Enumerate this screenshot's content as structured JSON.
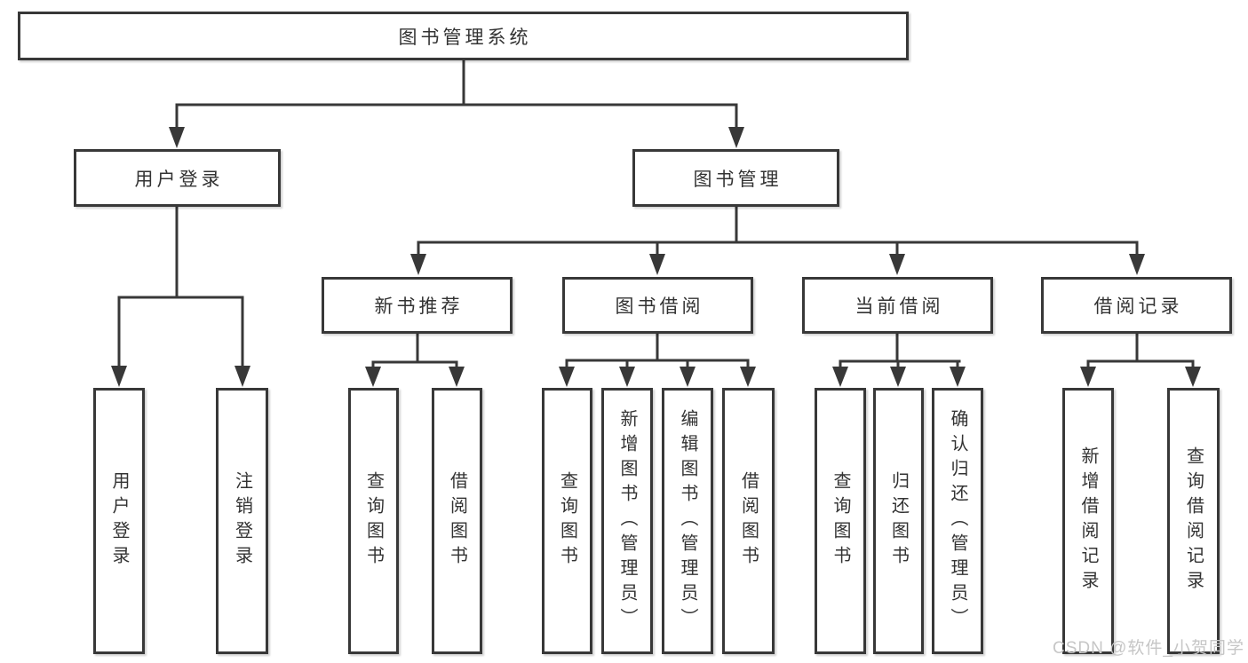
{
  "diagram": {
    "root": "图书管理系统",
    "level2": [
      {
        "label": "用户登录",
        "children": [
          "用户登录",
          "注销登录"
        ]
      },
      {
        "label": "图书管理"
      }
    ],
    "level3": [
      {
        "label": "新书推荐",
        "children": [
          "查询图书",
          "借阅图书"
        ]
      },
      {
        "label": "图书借阅",
        "children": [
          "查询图书",
          "新增图书（管理员）",
          "编辑图书（管理员）",
          "借阅图书"
        ]
      },
      {
        "label": "当前借阅",
        "children": [
          "查询图书",
          "归还图书",
          "确认归还（管理员）"
        ]
      },
      {
        "label": "借阅记录",
        "children": [
          "新增借阅记录",
          "查询借阅记录"
        ]
      }
    ],
    "colors": {
      "line": "#383838",
      "text": "#333333",
      "watermark": "#c6c6c6",
      "box_background": "#ffffff"
    }
  },
  "watermark": "CSDN @软件_小贺同学"
}
